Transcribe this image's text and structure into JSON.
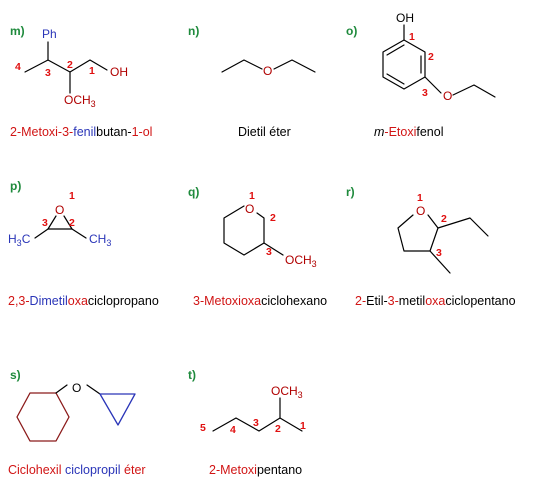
{
  "items": [
    {
      "letter": "m)",
      "structure": {
        "substituent": "Ph",
        "locants": [
          "4",
          "3",
          "2",
          "1"
        ],
        "oh": "OH",
        "och3": "OCH3"
      },
      "name": [
        {
          "t": "2-Metoxi-",
          "c": "r"
        },
        {
          "t": "3-",
          "c": "r"
        },
        {
          "t": "fenil",
          "c": "b"
        },
        {
          "t": "butan-",
          "c": "k"
        },
        {
          "t": "1-ol",
          "c": "r"
        }
      ]
    },
    {
      "letter": "n)",
      "structure": {
        "o": "O"
      },
      "name": [
        {
          "t": "Dietil éter",
          "c": "k"
        }
      ]
    },
    {
      "letter": "o)",
      "structure": {
        "oh": "OH",
        "o": "O",
        "locants": [
          "1",
          "2",
          "3"
        ]
      },
      "name": [
        {
          "t": "m",
          "c": "k",
          "i": true
        },
        {
          "t": "-Etoxi",
          "c": "r"
        },
        {
          "t": "fenol",
          "c": "k"
        }
      ]
    },
    {
      "letter": "p)",
      "structure": {
        "o": "O",
        "locants": [
          "1",
          "2",
          "3"
        ],
        "ch3_left": "H3C",
        "ch3_right": "CH3"
      },
      "name": [
        {
          "t": "2,3-",
          "c": "r"
        },
        {
          "t": "Dimetil",
          "c": "b"
        },
        {
          "t": "oxa",
          "c": "r"
        },
        {
          "t": "ciclopropano",
          "c": "k"
        }
      ]
    },
    {
      "letter": "q)",
      "structure": {
        "o": "O",
        "locants": [
          "1",
          "2",
          "3"
        ],
        "och3": "OCH3"
      },
      "name": [
        {
          "t": "3-Metoxi",
          "c": "r"
        },
        {
          "t": "oxa",
          "c": "r"
        },
        {
          "t": "ciclohexano",
          "c": "k"
        }
      ]
    },
    {
      "letter": "r)",
      "structure": {
        "o": "O",
        "locants": [
          "1",
          "2",
          "3"
        ]
      },
      "name": [
        {
          "t": "2-",
          "c": "r"
        },
        {
          "t": "Etil-",
          "c": "k"
        },
        {
          "t": "3-",
          "c": "r"
        },
        {
          "t": "metil",
          "c": "k"
        },
        {
          "t": "oxa",
          "c": "r"
        },
        {
          "t": "ciclopentano",
          "c": "k"
        }
      ]
    },
    {
      "letter": "s)",
      "structure": {
        "o": "O"
      },
      "name": [
        {
          "t": "Ciclohexil ",
          "c": "r"
        },
        {
          "t": "ciclopropil",
          "c": "b"
        },
        {
          "t": " éter",
          "c": "r"
        }
      ]
    },
    {
      "letter": "t)",
      "structure": {
        "och3": "OCH3",
        "locants": [
          "5",
          "4",
          "3",
          "2",
          "1"
        ]
      },
      "name": [
        {
          "t": "2-",
          "c": "r"
        },
        {
          "t": "Metoxi",
          "c": "r"
        },
        {
          "t": "pentano",
          "c": "k"
        }
      ]
    }
  ],
  "colors": {
    "letter": "#1e8a3c",
    "red": "#d11515",
    "blue": "#2a35b8",
    "bond": "#000000",
    "ring_s_hex": "#8b1a1a",
    "ring_s_prop": "#2a35b8"
  }
}
